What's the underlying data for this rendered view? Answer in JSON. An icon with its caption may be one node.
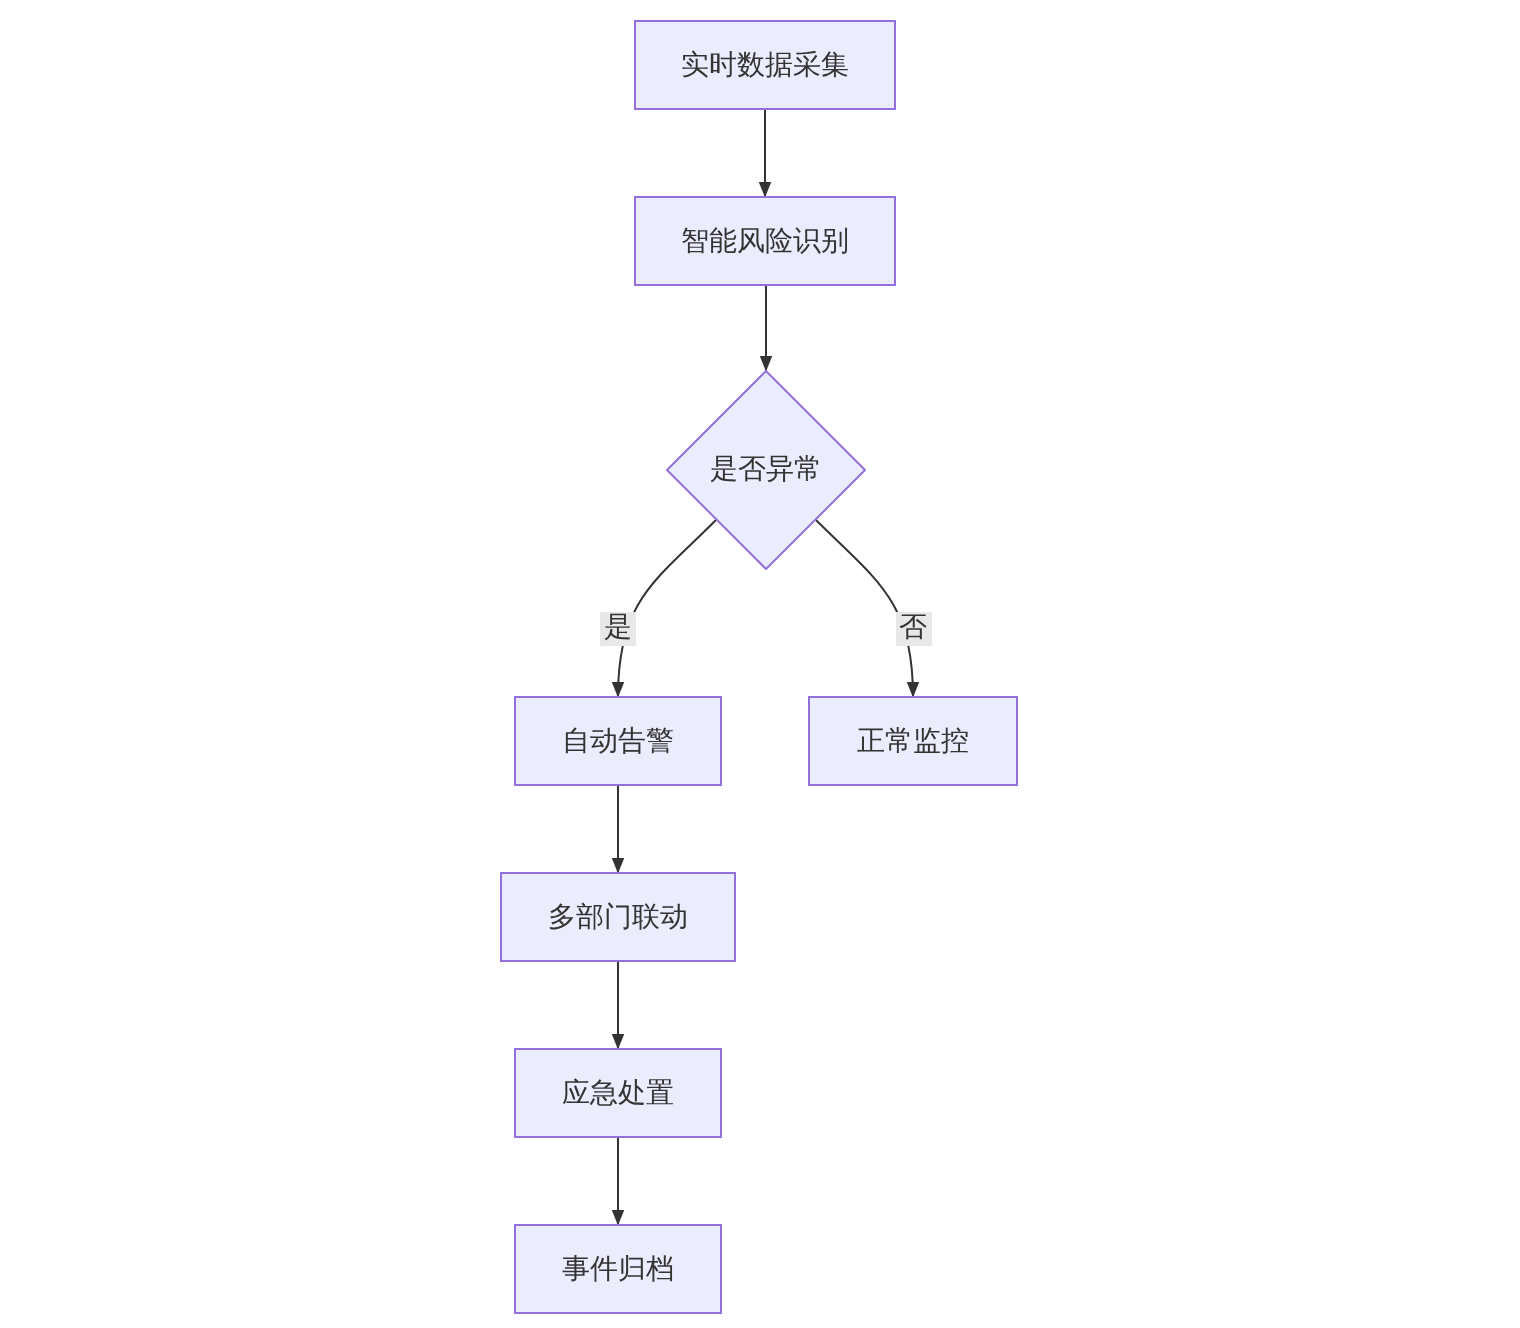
{
  "diagram": {
    "nodes": [
      {
        "text": [
          "实时数据采集"
        ]
      },
      {
        "text": [
          "智能风险识别"
        ]
      },
      {
        "text": [
          "是否异常"
        ]
      },
      {
        "text": [
          "自动告警"
        ]
      },
      {
        "text": [
          "正常监控"
        ]
      },
      {
        "text": [
          "多部门联动"
        ]
      },
      {
        "text": [
          "应急处置"
        ]
      },
      {
        "text": [
          "事件归档"
        ]
      }
    ],
    "edges": [
      {
        "from": 0,
        "to": 1,
        "arrow": "to"
      },
      {
        "from": 1,
        "to": 2,
        "arrow": "to"
      },
      {
        "from": 2,
        "to": 3,
        "arrow": "to",
        "label": "是"
      },
      {
        "from": 2,
        "to": 4,
        "arrow": "to",
        "label": "否"
      },
      {
        "from": 3,
        "to": 5,
        "arrow": "to"
      },
      {
        "from": 5,
        "to": 6,
        "arrow": "to"
      },
      {
        "from": 6,
        "to": 7,
        "arrow": "to"
      }
    ]
  }
}
